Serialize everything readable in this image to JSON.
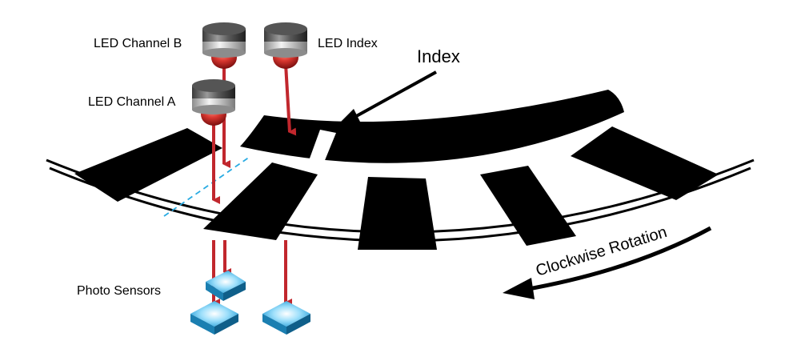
{
  "labels": {
    "led_channel_b": "LED Channel B",
    "led_index": "LED Index",
    "led_channel_a": "LED Channel A",
    "index": "Index",
    "photo_sensors": "Photo Sensors",
    "rotation": "Clockwise Rotation"
  },
  "colors": {
    "beam": "#c1272d",
    "stripe": "#000000",
    "sensor": "#2aa7df",
    "dashed_line": "#29abe2"
  }
}
